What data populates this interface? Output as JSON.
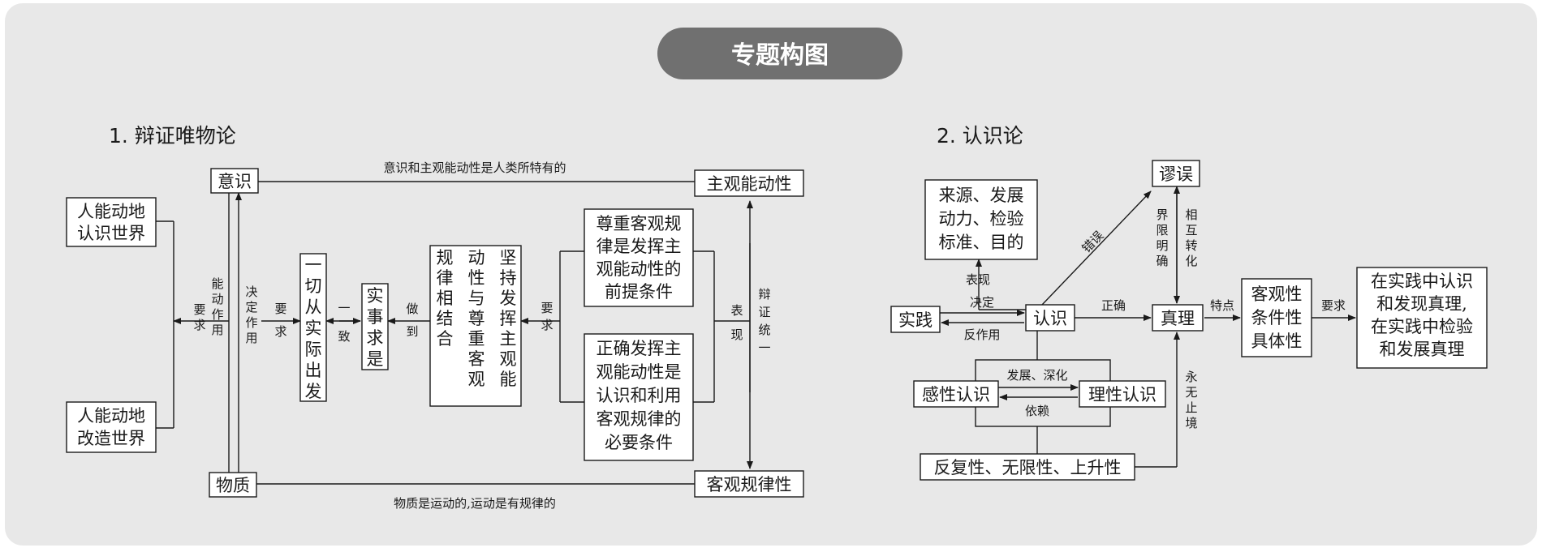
{
  "title": "专题构图",
  "colors": {
    "panel": "#e8e8e8",
    "badge": "#707070",
    "ink": "#1a1a1a"
  },
  "section1": {
    "heading": "1. 辩证唯物论",
    "boxes": {
      "yishi": "意识",
      "zhuguan": "主观能动性",
      "wuzhi": "物质",
      "keguan": "客观规律性",
      "renshi_world": [
        "人能动地",
        "认识世界"
      ],
      "gaizao_world": [
        "人能动地",
        "改造世界"
      ],
      "yiqie": "一切从实际出发",
      "shishi": "实事求是",
      "jianchi_right": "坚持发挥主观能",
      "jianchi_mid": "动性与尊重客观",
      "jianchi_left": "规律相结合",
      "zunzhong": [
        "尊重客观规",
        "律是发挥主",
        "观能动性的",
        "前提条件"
      ],
      "zhengque": [
        "正确发挥主",
        "观能动性是",
        "认识和利用",
        "客观规律的",
        "必要条件"
      ]
    },
    "labels": {
      "top_line": "意识和主观能动性是人类所特有的",
      "bottom_line": "物质是运动的,运动是有规律的",
      "nengdong": "能动作用",
      "jueding": "决定作用",
      "yaoqiu_left": "要求",
      "yaoqiu_mid": "要求",
      "yizhi": "一致",
      "zuodao": "做到",
      "yaoqiu_right": "要求",
      "biaoxian": "表现",
      "bianzheng": "辩证统一"
    }
  },
  "section2": {
    "heading": "2. 认识论",
    "boxes": {
      "laiyuan": [
        "来源、发展",
        "动力、检验",
        "标准、目的"
      ],
      "miuwu": "谬误",
      "shijian": "实践",
      "renshi": "认识",
      "zhenli": "真理",
      "ganxing": "感性认识",
      "lixing": "理性认识",
      "fanfu": "反复性、无限性、上升性",
      "keguanxing": [
        "客观性",
        "条件性",
        "具体性"
      ],
      "zaishijian": [
        "在实践中认识",
        "和发现真理,",
        "在实践中检验",
        "和发展真理"
      ]
    },
    "labels": {
      "biaoxian": "表现",
      "jueding": "决定",
      "fanzuoyong": "反作用",
      "cuowu": "错误",
      "zhengque": "正确",
      "jiexian": "界限明确",
      "xianghu": "相互转化",
      "tedian": "特点",
      "yaoqiu": "要求",
      "fazhan": "发展、深化",
      "yilai": "依赖",
      "yongwu": "永无止境"
    }
  }
}
